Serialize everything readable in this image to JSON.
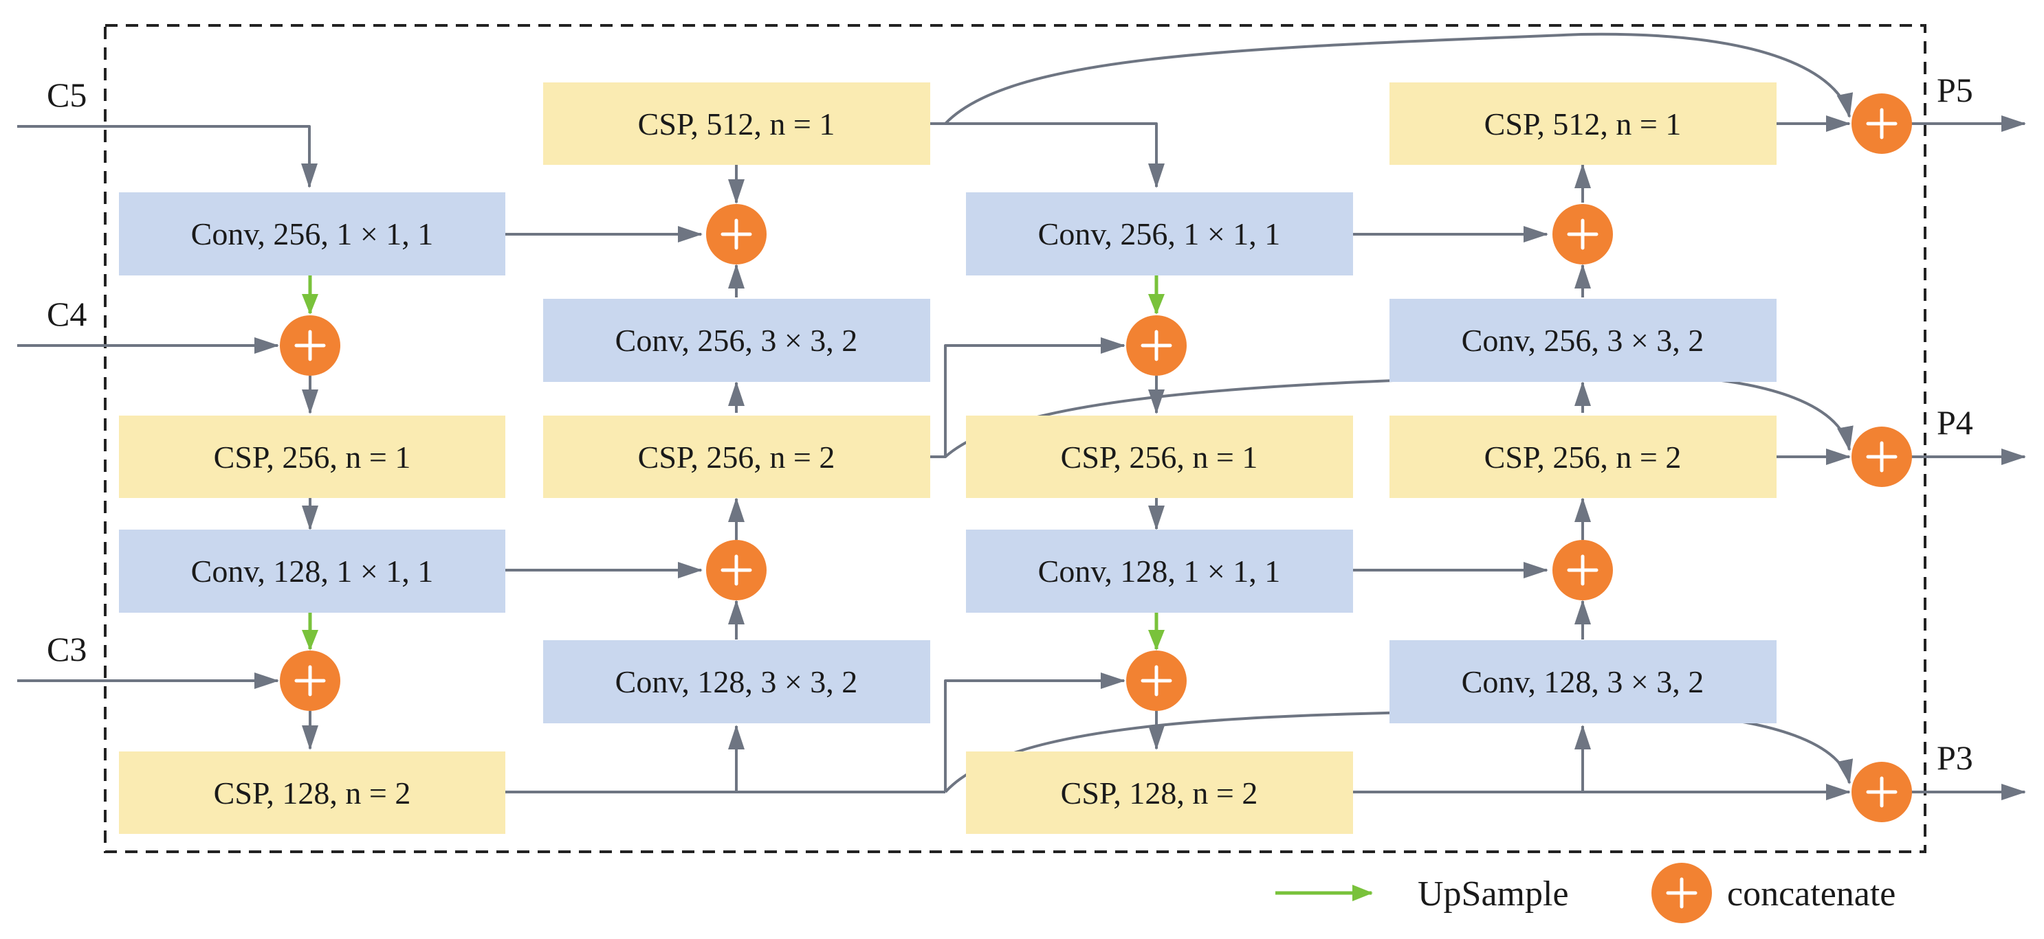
{
  "colors": {
    "conv_fill": "#C9D7EE",
    "csp_fill": "#FAEBB2",
    "arrow": "#6E7582",
    "upsample": "#79C23B",
    "concat": "#F28232",
    "frame": "#222222"
  },
  "inputs": {
    "c5": "C5",
    "c4": "C4",
    "c3": "C3"
  },
  "outputs": {
    "p5": "P5",
    "p4": "P4",
    "p3": "P3"
  },
  "boxes": {
    "col1_conv256": "Conv, 256, 1 × 1, 1",
    "col1_csp256": "CSP, 256, n = 1",
    "col1_conv128": "Conv, 128, 1 × 1, 1",
    "col1_csp128": "CSP, 128, n = 2",
    "col2_csp512": "CSP, 512, n = 1",
    "col2_conv256": "Conv, 256, 3 × 3, 2",
    "col2_csp256": "CSP, 256, n = 2",
    "col2_conv128": "Conv, 128, 3 × 3, 2",
    "col3_conv256": "Conv, 256, 1 × 1, 1",
    "col3_csp256": "CSP, 256, n = 1",
    "col3_conv128": "Conv, 128, 1 × 1, 1",
    "col3_csp128": "CSP, 128, n = 2",
    "col4_csp512": "CSP, 512, n = 1",
    "col4_conv256": "Conv, 256, 3 × 3, 2",
    "col4_csp256": "CSP, 256, n = 2",
    "col4_conv128": "Conv, 128, 3 × 3, 2"
  },
  "legend": {
    "upsample": "UpSample",
    "concatenate": "concatenate"
  },
  "icons": {
    "concat": "concat-plus-icon",
    "upsample": "upsample-arrow-icon"
  }
}
